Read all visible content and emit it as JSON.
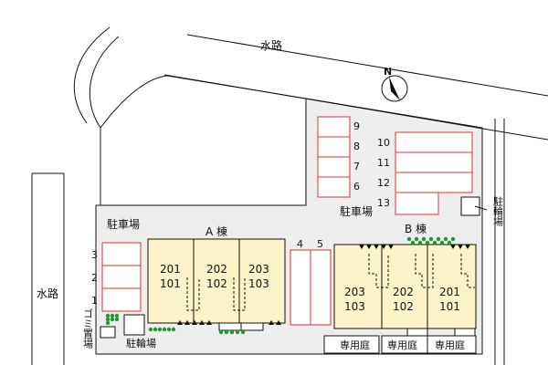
{
  "labels": {
    "waterway": "水路",
    "parking": "駐車場",
    "bicycle_parking": "駐輪場",
    "building_a": "A 棟",
    "building_b": "B 棟",
    "garbage": "ゴミ置場",
    "private_garden": "専用庭",
    "north": "N"
  },
  "parking_groups": {
    "left": [
      "3",
      "2",
      "1"
    ],
    "middle": [
      "4",
      "5"
    ],
    "top_small": [
      "9",
      "8",
      "7",
      "6"
    ],
    "top_large": [
      "10",
      "11",
      "12",
      "13"
    ]
  },
  "building_a_units": [
    {
      "upper": "201",
      "lower": "101"
    },
    {
      "upper": "202",
      "lower": "102"
    },
    {
      "upper": "203",
      "lower": "103"
    }
  ],
  "building_b_units": [
    {
      "upper": "203",
      "lower": "103"
    },
    {
      "upper": "202",
      "lower": "102"
    },
    {
      "upper": "201",
      "lower": "101"
    }
  ],
  "colors": {
    "parking_outline": "#e0303a",
    "line": "#111111",
    "site_fill": "#eeeeee",
    "building_fill": "#fdf3c8",
    "tree": "#1f9a2e"
  }
}
